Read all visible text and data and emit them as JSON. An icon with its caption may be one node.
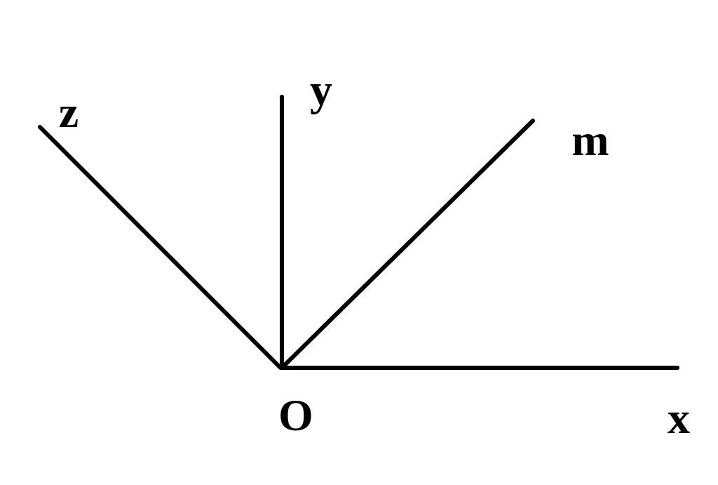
{
  "diagram": {
    "labels": [
      "y",
      "z",
      "m",
      "O",
      "x"
    ]
  }
}
